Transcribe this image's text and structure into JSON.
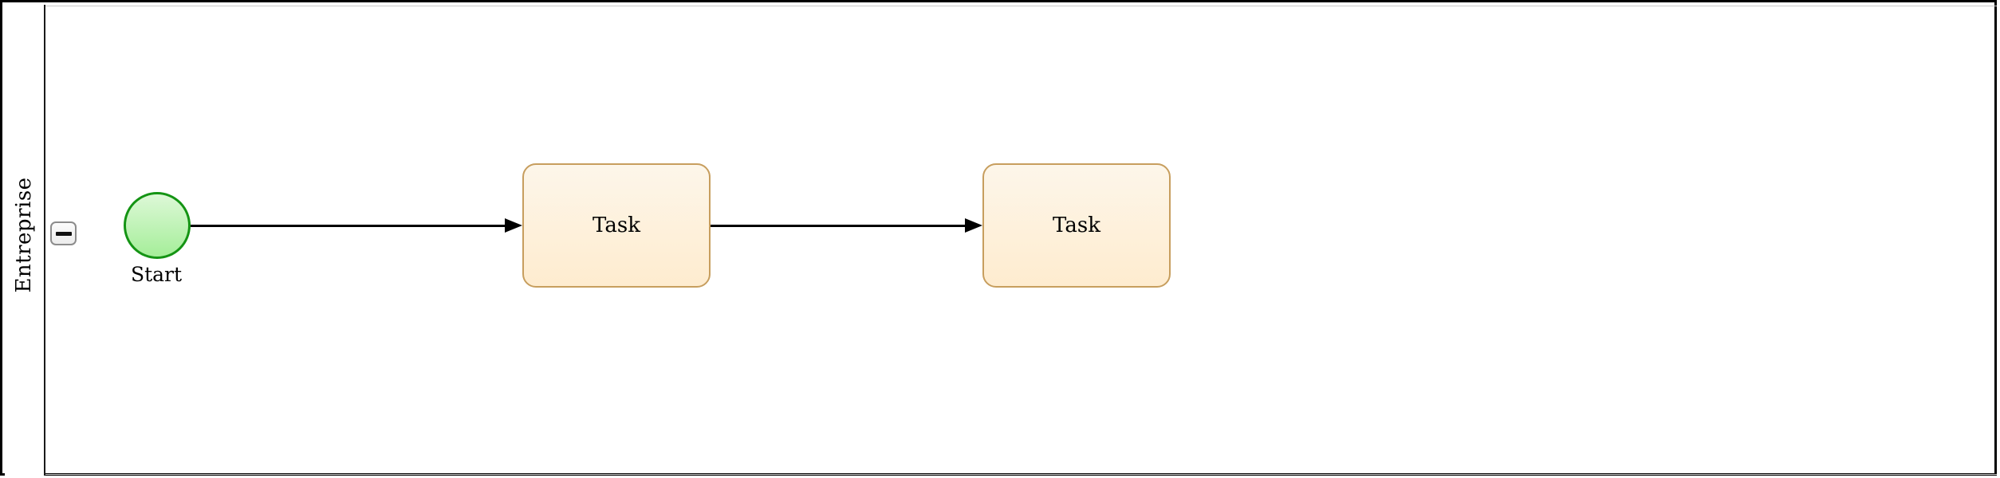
{
  "diagram": {
    "type": "bpmn-process",
    "pool": {
      "label": "Entreprise",
      "collapse_button": {
        "icon": "minus-icon"
      }
    },
    "nodes": [
      {
        "id": "start",
        "type": "start-event",
        "label": "Start"
      },
      {
        "id": "task1",
        "type": "task",
        "label": "Task"
      },
      {
        "id": "task2",
        "type": "task",
        "label": "Task"
      }
    ],
    "edges": [
      {
        "from": "start",
        "to": "task1",
        "style": "solid-arrow"
      },
      {
        "from": "task1",
        "to": "task2",
        "style": "solid-arrow"
      }
    ],
    "colors": {
      "pool_border": "#000000",
      "lane_separator": "#1a1a1a",
      "start_event_stroke": "#149414",
      "start_event_fill_top": "#ddf8d7",
      "start_event_fill_bottom": "#a5ee99",
      "task_stroke": "#c79e5e",
      "task_fill_top": "#fdf6ea",
      "task_fill_bottom": "#feeccf",
      "flow_color": "#000000",
      "collapse_border": "#8c8c8c"
    }
  }
}
